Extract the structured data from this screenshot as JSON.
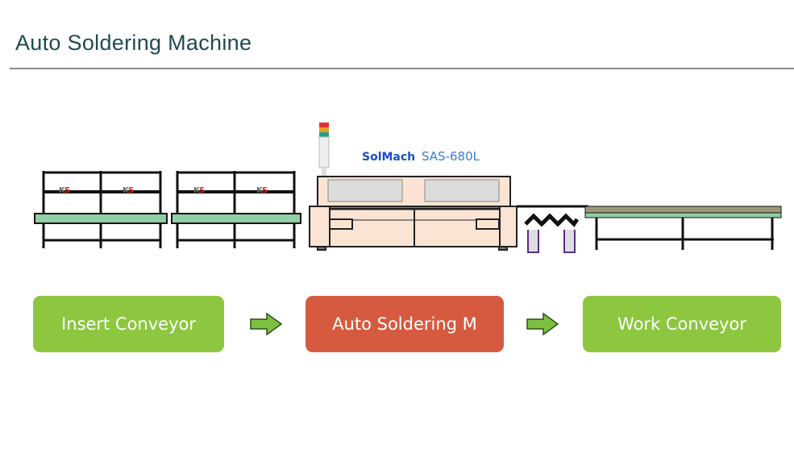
{
  "header": {
    "title": "Auto Soldering Machine"
  },
  "machine": {
    "brand": "SolMach",
    "model": "SAS-680L"
  },
  "flow": {
    "steps": [
      {
        "label": "Insert Conveyor",
        "color": "#8dc63f"
      },
      {
        "label": "Auto Soldering M",
        "color": "#d65a40"
      },
      {
        "label": "Work Conveyor",
        "color": "#8dc63f"
      }
    ],
    "arrow_color": "#7cc042"
  }
}
